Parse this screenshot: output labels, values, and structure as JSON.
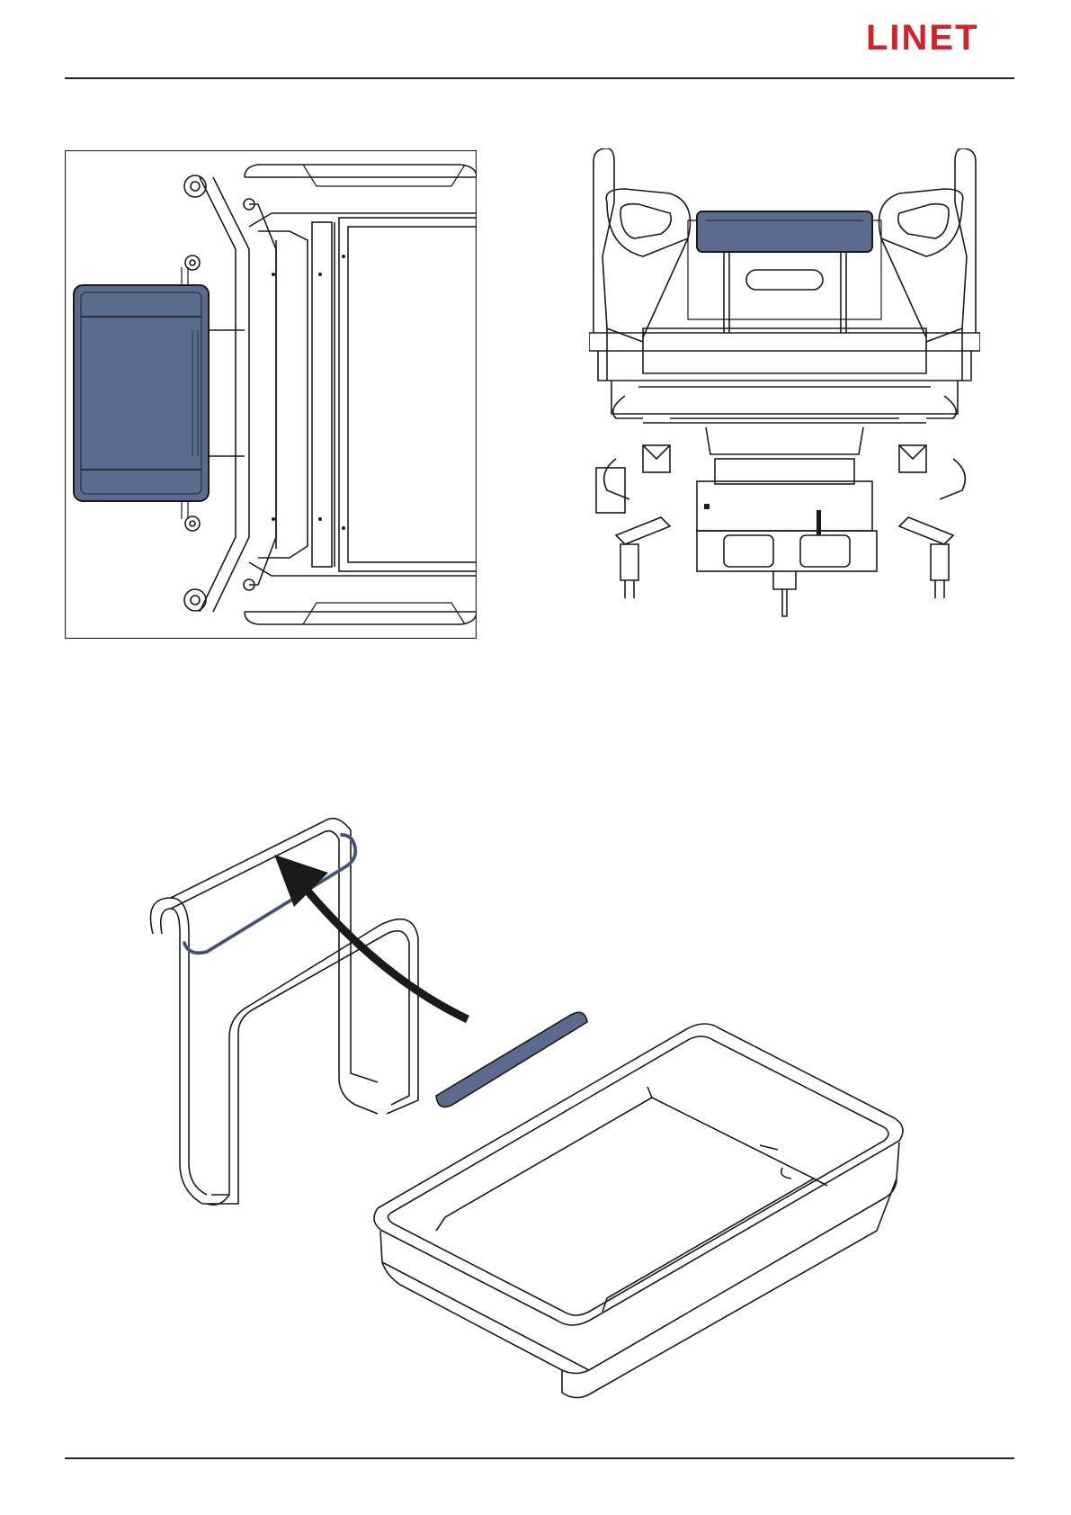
{
  "header": {
    "logo_text": "LINET",
    "logo_color": "#d2232a"
  },
  "figures": [
    {
      "id": "top-view",
      "icon": "bed-top-view-drawing",
      "highlight": "basket"
    },
    {
      "id": "front-view",
      "icon": "bed-front-view-drawing",
      "highlight": "basket"
    },
    {
      "id": "installation",
      "icon": "basket-hanging-diagram",
      "highlight": "basket-rim"
    }
  ],
  "colors": {
    "highlight": "#5a6b8e",
    "highlight_dark": "#2e3b57",
    "line": "#1a1a1a",
    "arrow": "#1a1a1a"
  }
}
